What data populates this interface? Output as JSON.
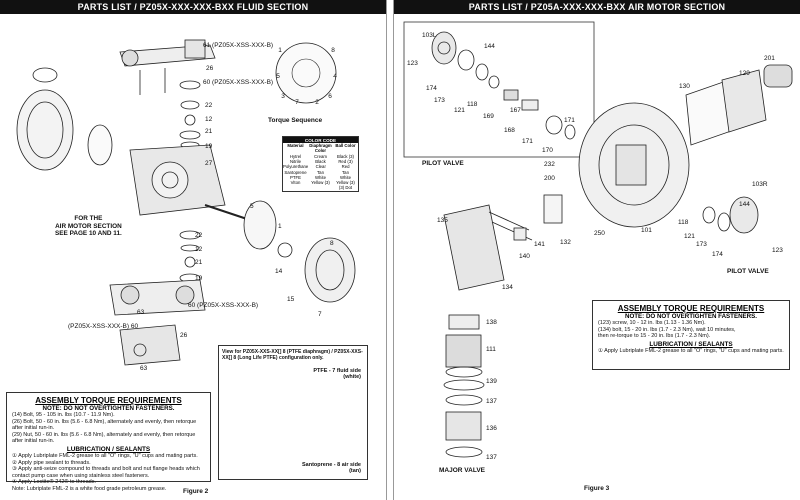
{
  "left": {
    "header": "PARTS LIST / PZ05X-XXX-XXX-BXX FLUID SECTION",
    "figure": "Figure 2",
    "torque_sequence_label": "Torque Sequence",
    "motor_note": [
      "FOR THE",
      "AIR MOTOR SECTION",
      "SEE PAGE 10 AND 11."
    ],
    "part_labels": {
      "p61a": "61 (PZ05X-XSS-XXX-B)",
      "p26a": "26",
      "p60a": "60 (PZ05X-XSS-XXX-B)",
      "p22a": "22",
      "p12a": "12",
      "p21a": "21",
      "p19a": "19",
      "p27": "27",
      "p5": "5",
      "p1": "1",
      "p8": "8",
      "p14": "14",
      "p15": "15",
      "p7": "7",
      "p22b": "22",
      "p12b": "12",
      "p21b": "21",
      "p19b": "19",
      "p60b": "60 (PZ05X-XSS-XXX-B)",
      "p63a": "63",
      "p61b": "(PZ05X-XSS-XXX-B) 60",
      "p26b": "26",
      "p63b": "63"
    },
    "color_code": {
      "title": "COLOR CODE",
      "headers": [
        "Material",
        "Diaphragm Color",
        "Ball Color"
      ],
      "rows": [
        [
          "Hytrel",
          "Cream",
          "Black (3)"
        ],
        [
          "Nitrile",
          "Black",
          "Red (3)"
        ],
        [
          "Polyurethane",
          "Clear",
          "Red"
        ],
        [
          "Santoprene",
          "Tan",
          "Tan"
        ],
        [
          "PTFE",
          "White",
          "White"
        ],
        [
          "Viton",
          "Yellow (3)",
          "Yellow (3) (3) Dot"
        ]
      ]
    },
    "detail": {
      "title": "View for PZ05X-XXS-XX[] 8 (PTFE diaphragm) / PZ05X-XXS-XX[] 8 (Long Life PTFE) configuration only.",
      "ptfe_label": "PTFE - 7 fluid side (white)",
      "santo_label": "Santoprene - 8 air side (tan)"
    },
    "torque_box": {
      "title": "ASSEMBLY TORQUE REQUIREMENTS",
      "warning": "NOTE: DO NOT OVERTIGHTEN FASTENERS.",
      "lines": [
        "(14) Bolt, 95 - 105 in. lbs (10.7 - 11.9 Nm).",
        "(26) Bolt, 50 - 60 in. lbs (5.6 - 6.8 Nm), alternately and evenly, then retorque after initial run-in.",
        "(29) Nut, 50 - 60 in. lbs (5.6 - 6.8 Nm), alternately and evenly, then retorque after initial run-in."
      ],
      "lube_title": "LUBRICATION / SEALANTS",
      "lube_lines": [
        "① Apply Lubriplate FML-2 grease to all \"O\" rings, \"U\" cups and mating parts.",
        "② Apply pipe sealant to threads.",
        "③ Apply anti-seize compound to threads and bolt and nut flange heads which contact pump case when using stainless steel fasteners.",
        "④ Apply Loctite® 242® to threads.",
        "Note: Lubriplate FML-2 is a white food grade petroleum grease."
      ]
    }
  },
  "right": {
    "header": "PARTS LIST / PZ05A-XXX-XXX-BXX AIR MOTOR SECTION",
    "figure": "Figure 3",
    "pilot_valve_a": "PILOT VALVE",
    "pilot_valve_b": "PILOT VALVE",
    "major_valve": "MAJOR VALVE",
    "part_labels": {
      "r103L": "103L",
      "r144a": "144",
      "r123a": "123",
      "r174a": "174",
      "r173a": "173",
      "r121a": "121",
      "r118a": "118",
      "r169": "169",
      "r168": "168",
      "r167": "167",
      "r171a": "171",
      "r171b": "171",
      "r170": "170",
      "r129": "129",
      "r130": "130",
      "r201": "201",
      "r232": "232",
      "r200": "200",
      "r135": "135",
      "r140": "140",
      "r141": "141",
      "r132": "132",
      "r250": "250",
      "r101": "101",
      "r118b": "118",
      "r121b": "121",
      "r173b": "173",
      "r174b": "174",
      "r144b": "144",
      "r123b": "123",
      "r103R": "103R",
      "r134": "134",
      "r138": "138",
      "r111": "111",
      "r139": "139",
      "r137a": "137",
      "r136": "136",
      "r137b": "137"
    },
    "torque_box": {
      "title": "ASSEMBLY TORQUE REQUIREMENTS",
      "warning": "NOTE: DO NOT OVERTIGHTEN FASTENERS.",
      "lines": [
        "(123) screw, 10 - 12 in. lbs (1.13 - 1.36 Nm).",
        "(134) bolt, 15 - 20 in. lbs (1.7 - 2.3 Nm), wait 10 minutes,",
        "then re-torque to 15 - 20 in. lbs (1.7 - 2.3 Nm)."
      ],
      "lube_title": "LUBRICATION / SEALANTS",
      "lube_lines": [
        "① Apply Lubriplate FML-2 grease to all \"O\" rings, \"U\" cups and mating parts."
      ]
    }
  }
}
